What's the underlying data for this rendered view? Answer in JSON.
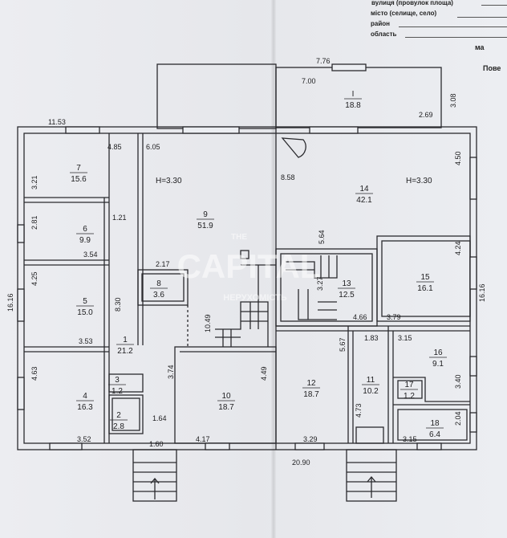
{
  "header": {
    "street_label": "вулиця (провулок площа)",
    "city_label": "місто (селище, село)",
    "district_label": "район",
    "region_label": "область",
    "ma_fragment": "ма",
    "pove_fragment": "Пове"
  },
  "dimensions": {
    "terrace_width": "7.76",
    "terrace_inner": "7.00",
    "terrace_right": "2.69",
    "terrace_depth": "3.08",
    "top_left": "11.53",
    "d_485": "4.85",
    "d_605": "6.05",
    "d_321": "3.21",
    "d_281": "2.81",
    "d_121": "1.21",
    "d_354": "3.54",
    "d_425": "4.25",
    "d_217": "2.17",
    "d_830": "8.30",
    "d_1049": "10.49",
    "d_353": "3.53",
    "d_374": "3.74",
    "d_463": "4.63",
    "d_449": "4.49",
    "d_164": "1.64",
    "d_352": "3.52",
    "d_160": "1.60",
    "d_417": "4.17",
    "left_total": "16.16",
    "d_858": "8.58",
    "d_450": "4.50",
    "d_564": "5.64",
    "d_424": "4.24",
    "d_327": "3.27",
    "d_466": "4.66",
    "d_379": "3.79",
    "d_567": "5.67",
    "d_183": "1.83",
    "d_315a": "3.15",
    "d_340": "3.40",
    "d_473": "4.73",
    "d_204": "2.04",
    "d_329": "3.29",
    "d_315b": "3.15",
    "bottom_total": "20.90",
    "right_total": "16.16"
  },
  "rooms": [
    {
      "id": "I",
      "num": "I",
      "area": "18.8"
    },
    {
      "id": "7",
      "num": "7",
      "area": "15.6"
    },
    {
      "id": "6",
      "num": "6",
      "area": "9.9"
    },
    {
      "id": "5",
      "num": "5",
      "area": "15.0"
    },
    {
      "id": "4",
      "num": "4",
      "area": "16.3"
    },
    {
      "id": "1",
      "num": "1",
      "area": "21.2"
    },
    {
      "id": "3",
      "num": "3",
      "area": "1.2"
    },
    {
      "id": "2",
      "num": "2",
      "area": "2.8"
    },
    {
      "id": "8",
      "num": "8",
      "area": "3.6"
    },
    {
      "id": "9",
      "num": "9",
      "area": "51.9"
    },
    {
      "id": "10",
      "num": "10",
      "area": "18.7"
    },
    {
      "id": "14",
      "num": "14",
      "area": "42.1"
    },
    {
      "id": "13",
      "num": "13",
      "area": "12.5"
    },
    {
      "id": "15",
      "num": "15",
      "area": "16.1"
    },
    {
      "id": "12",
      "num": "12",
      "area": "18.7"
    },
    {
      "id": "11",
      "num": "11",
      "area": "10.2"
    },
    {
      "id": "16",
      "num": "16",
      "area": "9.1"
    },
    {
      "id": "17",
      "num": "17",
      "area": "1.2"
    },
    {
      "id": "18",
      "num": "18",
      "area": "6.4"
    }
  ],
  "heights": {
    "left": "H=3.30",
    "right": "H=3.30"
  },
  "watermark": {
    "line1": "THE",
    "line2": "CAPITAL",
    "line3": "НЕРУХОМІСТЬ"
  }
}
